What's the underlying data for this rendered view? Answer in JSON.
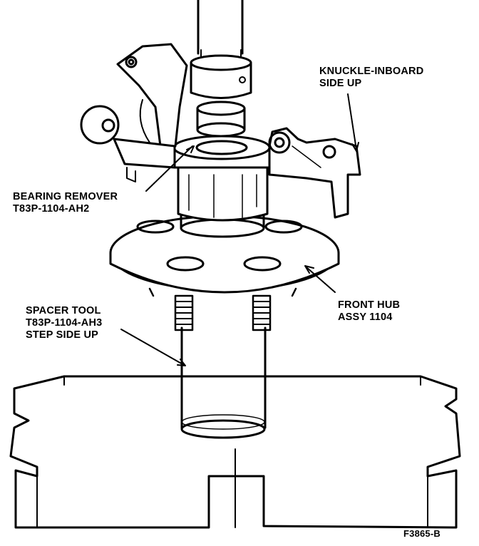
{
  "labels": {
    "knuckle": [
      "KNUCKLE-INBOARD",
      "SIDE UP"
    ],
    "bearing_remover": [
      "BEARING REMOVER",
      "T83P-1104-AH2"
    ],
    "front_hub": [
      "FRONT HUB",
      "ASSY 1104"
    ],
    "spacer_tool": [
      "SPACER TOOL",
      "T83P-1104-AH3",
      "STEP SIDE UP"
    ]
  },
  "figure_id": "F3865-B",
  "colors": {
    "ink": "#000000",
    "paper": "#ffffff"
  }
}
